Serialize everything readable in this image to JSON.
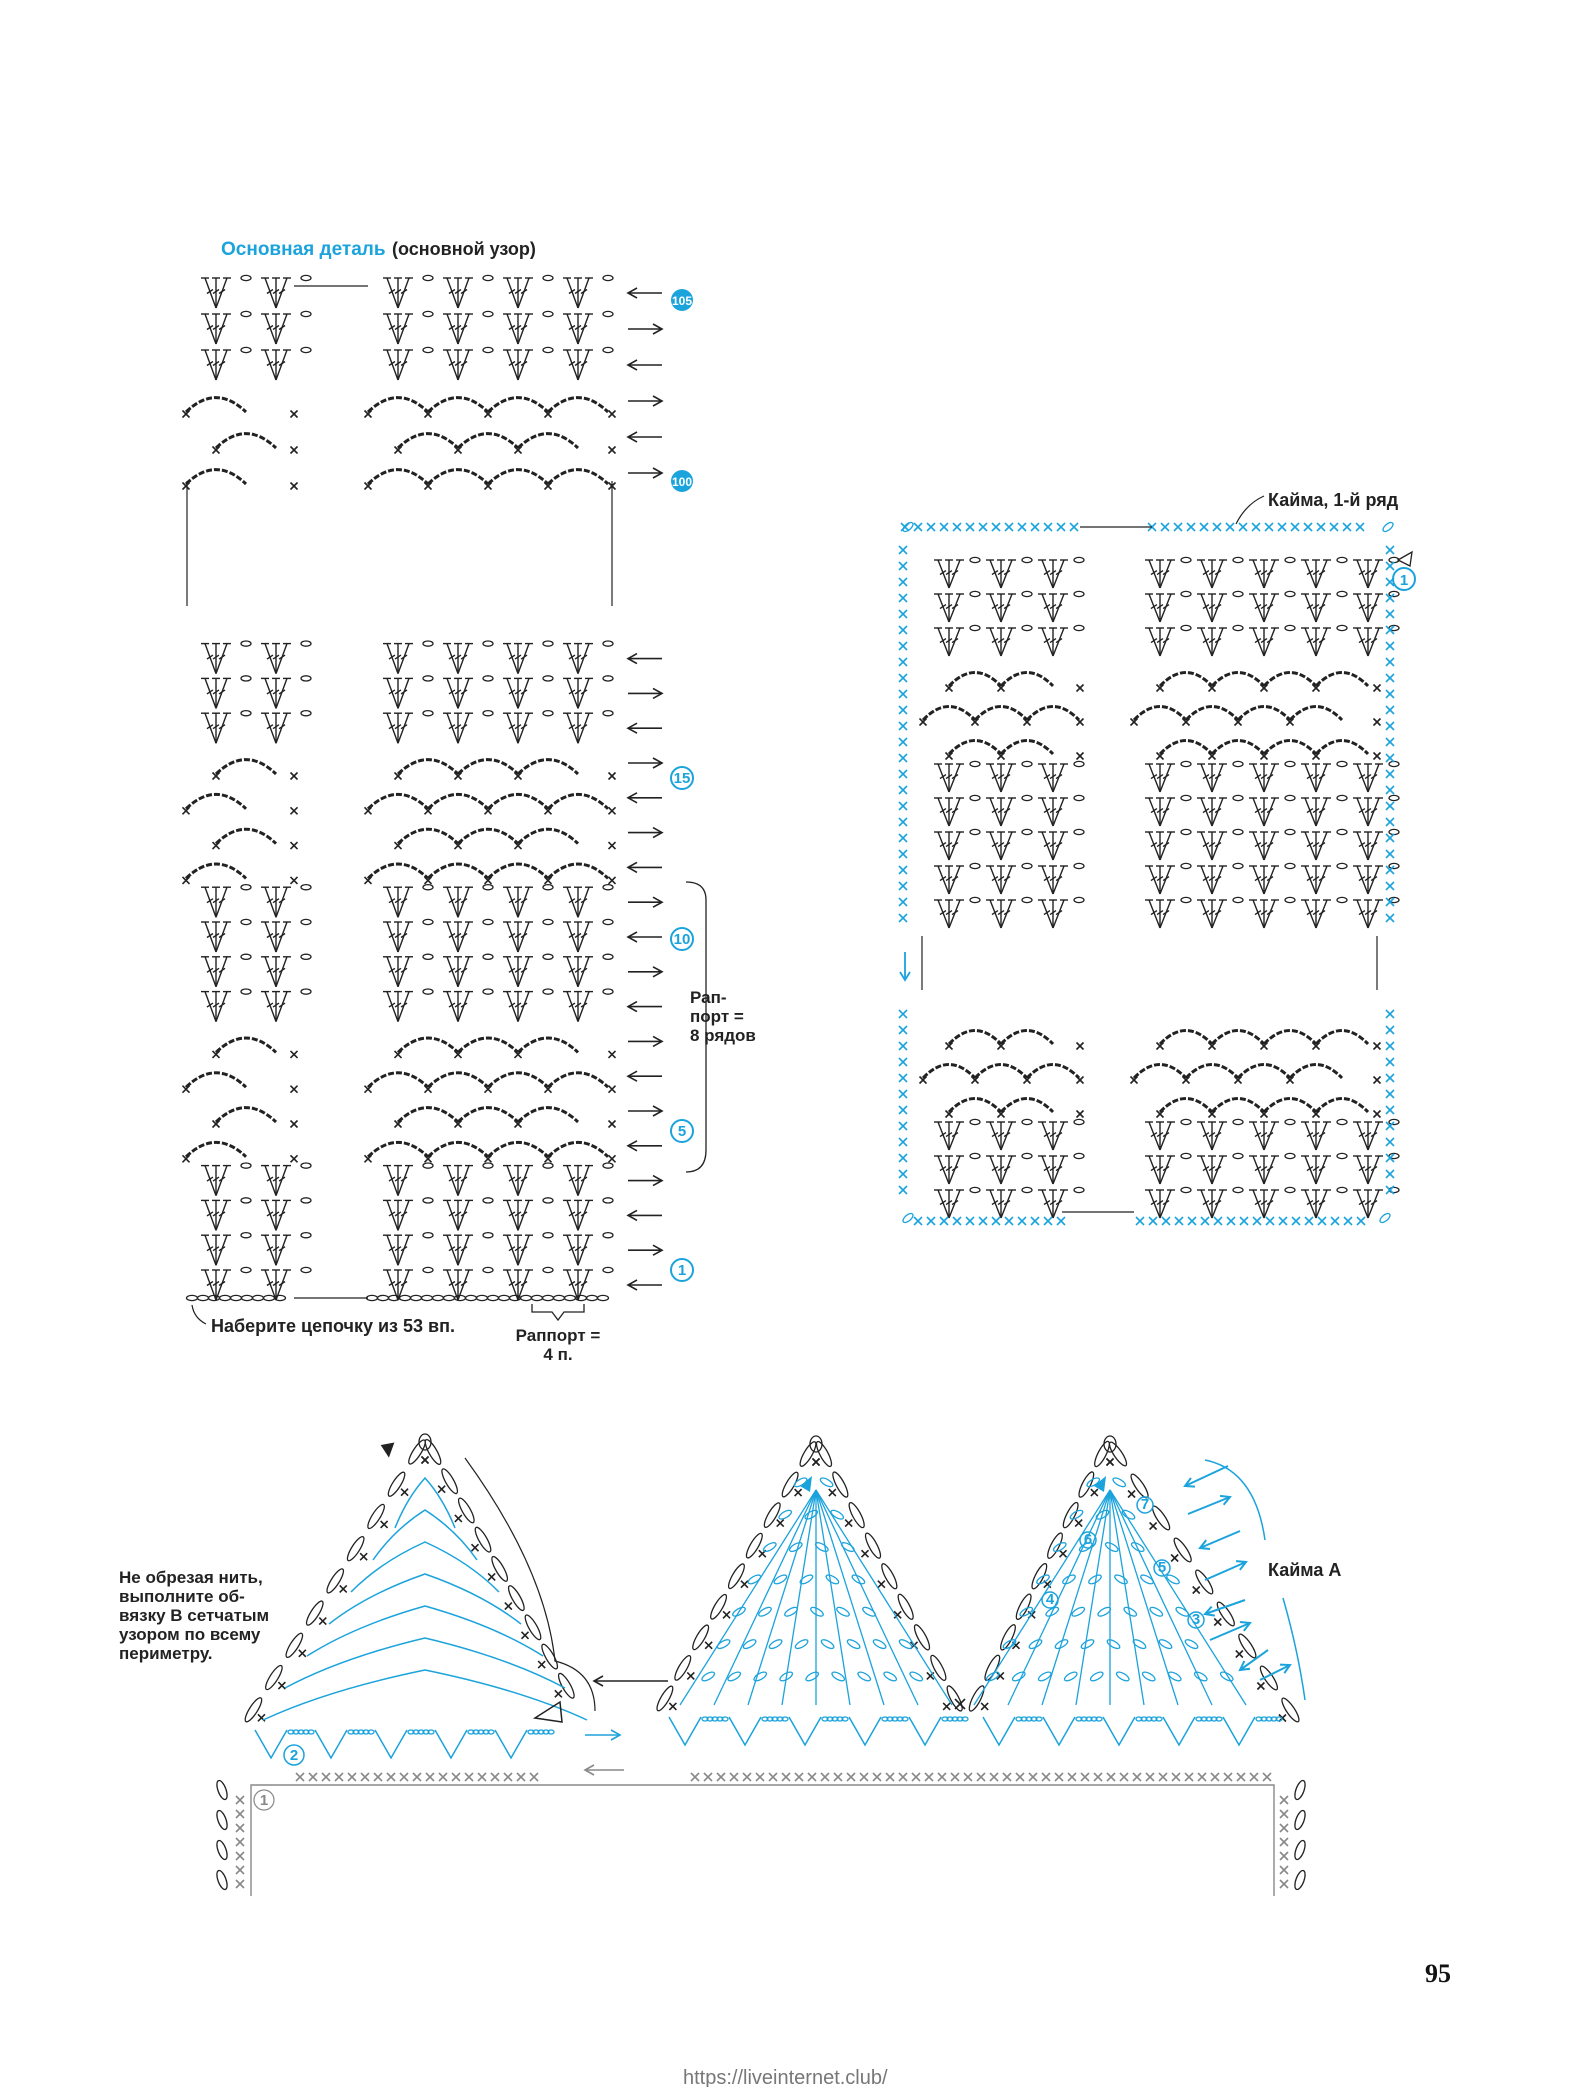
{
  "main_chart": {
    "title": "Основная деталь",
    "subtitle": "(основной узор)",
    "row_labels": {
      "r105": "105",
      "r100": "100",
      "r15": "15",
      "r10": "10",
      "r5": "5",
      "r1": "1"
    },
    "repeat_rows": [
      "Рап-",
      "порт =",
      "8 рядов"
    ],
    "chain_note": "Наберите цепочку из 53 вп.",
    "repeat_stitches": [
      "Раппорт =",
      "4 п."
    ]
  },
  "border_chart": {
    "label": "Кайма, 1-й ряд",
    "row_label": "1"
  },
  "edging": {
    "note": [
      "Не обрезая нить,",
      "выполните об-",
      "вязку В сетчатым",
      "узором по всему",
      "периметру."
    ],
    "label": "Кайма А",
    "markers": [
      "1",
      "2",
      "3",
      "4",
      "5",
      "6",
      "7"
    ]
  },
  "page_number": "95",
  "watermark": "https://liveinternet.club/",
  "colors": {
    "accent": "#1ba3dc",
    "ink": "#222222"
  }
}
